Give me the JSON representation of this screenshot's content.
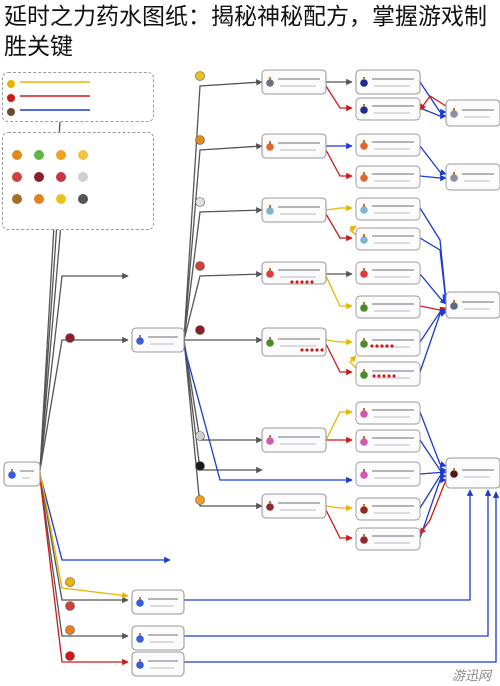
{
  "title": "延时之力药水图纸：揭秘神秘配方，掌握游戏制胜关键",
  "watermark": "游迅网",
  "colors": {
    "glowstone_link": "#e8b400",
    "redstone_link": "#d01818",
    "fermented_link": "#1a3ad0",
    "plain_link": "#555555",
    "node_border": "#999999"
  },
  "legend": {
    "rows": [
      {
        "icon": "glowstone-dust-icon",
        "color": "#e8b400"
      },
      {
        "icon": "redstone-dust-icon",
        "color": "#d01818"
      },
      {
        "icon": "fermented-spider-eye-icon",
        "color": "#1a3ad0"
      }
    ],
    "ingredient_icons": [
      "melon-icon",
      "slime-icon",
      "blaze-powder-icon",
      "watermelon-icon",
      "spider-eye-icon",
      "ghast-tear-icon",
      "carrot-icon",
      "gold-nugget-icon",
      "magma-icon"
    ]
  },
  "nodes": [
    {
      "id": "water",
      "label": "",
      "icon": "water-bottle-icon"
    },
    {
      "id": "awkward",
      "label": "",
      "icon": "awkward-potion-icon"
    },
    {
      "id": "mundane1",
      "label": "",
      "icon": "mundane-potion-icon"
    },
    {
      "id": "mundane2",
      "label": "",
      "icon": "mundane-potion-icon"
    },
    {
      "id": "thick",
      "label": "",
      "icon": "thick-potion-icon"
    },
    {
      "id": "weakness",
      "label": "",
      "icon": "weakness-potion-icon"
    },
    {
      "id": "night_vision",
      "label": "",
      "icon": "night-vision-potion-icon"
    },
    {
      "id": "fire_res",
      "label": "",
      "icon": "fire-resistance-potion-icon"
    },
    {
      "id": "swiftness",
      "label": "",
      "icon": "swiftness-potion-icon"
    },
    {
      "id": "healing",
      "label": "",
      "icon": "healing-potion-icon"
    },
    {
      "id": "poison",
      "label": "",
      "icon": "poison-potion-icon"
    },
    {
      "id": "regen",
      "label": "",
      "icon": "regeneration-potion-icon"
    },
    {
      "id": "strength",
      "label": "",
      "icon": "strength-potion-icon"
    },
    {
      "id": "invisibility",
      "label": "",
      "icon": "invisibility-potion-icon"
    },
    {
      "id": "slowness",
      "label": "",
      "icon": "slowness-potion-icon"
    },
    {
      "id": "harming",
      "label": "",
      "icon": "harming-potion-icon"
    }
  ]
}
